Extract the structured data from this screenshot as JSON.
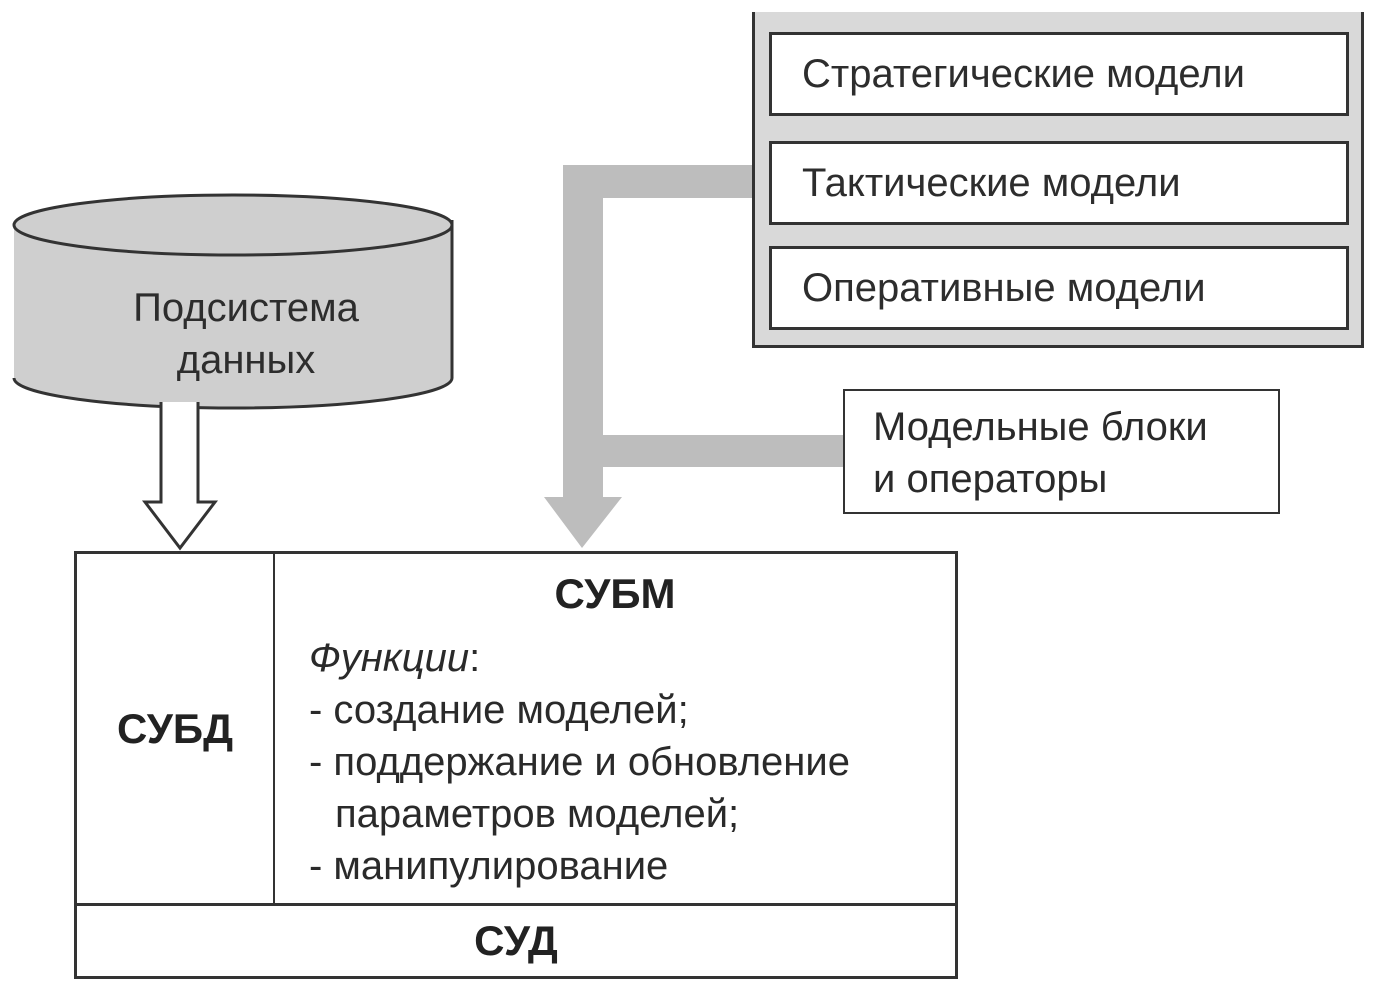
{
  "data_subsystem": {
    "label_lines": [
      "Подсистема",
      "данных"
    ],
    "fill_color": "#cfcfcf"
  },
  "models": {
    "items": [
      {
        "label": "Стратегические модели"
      },
      {
        "label": "Тактические модели"
      },
      {
        "label": "Оперативные модели"
      }
    ],
    "panel_color": "#d9d9d9"
  },
  "model_blocks": {
    "label_lines": [
      "Модельные блоки",
      "и операторы"
    ]
  },
  "main": {
    "subd_label": "СУБД",
    "subm_title": "СУБМ",
    "functions_label": "Функции",
    "functions_colon": ":",
    "functions": [
      "- создание моделей;",
      "- поддержание и обновление",
      "параметров моделей;",
      "- манипулирование"
    ],
    "sud_label": "СУД"
  },
  "colors": {
    "line": "#333333",
    "flow_arrow": "#bdbdbd"
  }
}
